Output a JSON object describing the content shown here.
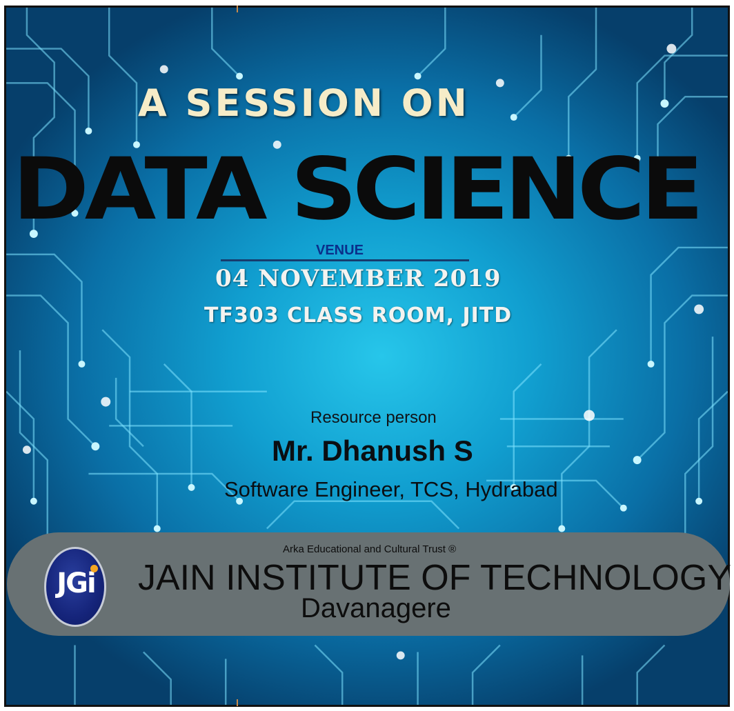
{
  "poster": {
    "heading_small": "A SESSION ON",
    "heading_big": "DATA SCIENCE",
    "venue_label": "VENUE",
    "date": "04 NOVEMBER 2019",
    "room": "TF303 CLASS ROOM, JITD"
  },
  "resource": {
    "label": "Resource person",
    "name": "Mr. Dhanush S",
    "role": "Software Engineer, TCS, Hydrabad"
  },
  "institution": {
    "logo_text": "JGi",
    "trust": "Arka Educational and Cultural Trust ®",
    "name": "JAIN INSTITUTE OF TECHNOLOGY",
    "city": "Davanagere"
  },
  "colors": {
    "background_center": "#27c6ea",
    "background_edge": "#063f6b",
    "heading_small": "#f6ecc8",
    "heading_big": "#0b0b0b",
    "venue_label": "#0b2f8a",
    "banner": "#687173",
    "logo": "#15247a",
    "logo_accent": "#f5a623",
    "circuit": "#7fe3ff"
  },
  "icons": {
    "logo": "jgi-logo-icon",
    "background": "circuit-board-pattern"
  }
}
